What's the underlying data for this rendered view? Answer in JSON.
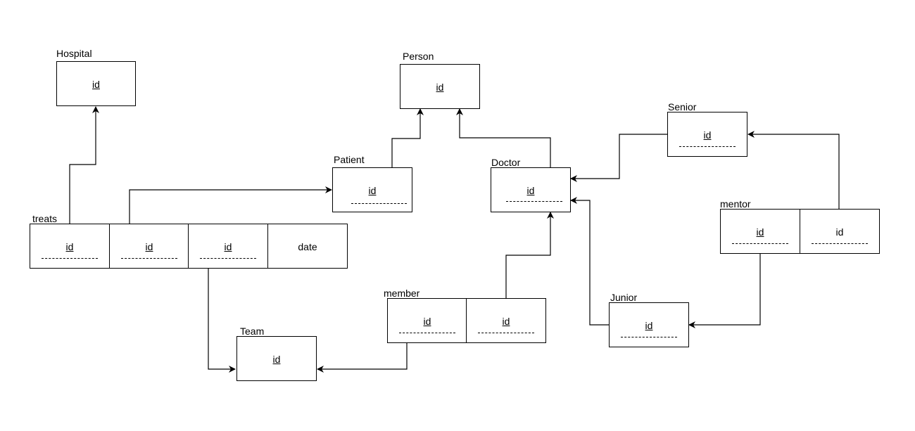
{
  "tables": {
    "hospital": {
      "name": "Hospital",
      "attrs": [
        "id"
      ]
    },
    "person": {
      "name": "Person",
      "attrs": [
        "id"
      ]
    },
    "patient": {
      "name": "Patient",
      "attrs": [
        "id"
      ]
    },
    "doctor": {
      "name": "Doctor",
      "attrs": [
        "id"
      ]
    },
    "senior": {
      "name": "Senior",
      "attrs": [
        "id"
      ]
    },
    "treats": {
      "name": "treats",
      "attrs": [
        "id",
        "id",
        "id",
        "date"
      ]
    },
    "team": {
      "name": "Team",
      "attrs": [
        "id"
      ]
    },
    "member": {
      "name": "member",
      "attrs": [
        "id",
        "id"
      ]
    },
    "mentor": {
      "name": "mentor",
      "attrs": [
        "id",
        "id"
      ]
    },
    "junior": {
      "name": "Junior",
      "attrs": [
        "id"
      ]
    }
  },
  "relations": [
    {
      "from": "treats.id",
      "to": "Hospital.id"
    },
    {
      "from": "treats.id",
      "to": "Patient.id"
    },
    {
      "from": "treats.id",
      "to": "Team.id"
    },
    {
      "from": "Patient.id",
      "to": "Person.id"
    },
    {
      "from": "Doctor.id",
      "to": "Person.id"
    },
    {
      "from": "Senior.id",
      "to": "Doctor.id"
    },
    {
      "from": "Junior.id",
      "to": "Doctor.id"
    },
    {
      "from": "member.id",
      "to": "Team.id"
    },
    {
      "from": "member.id",
      "to": "Doctor.id"
    },
    {
      "from": "mentor.id",
      "to": "Senior.id"
    },
    {
      "from": "mentor.id",
      "to": "Junior.id"
    }
  ]
}
